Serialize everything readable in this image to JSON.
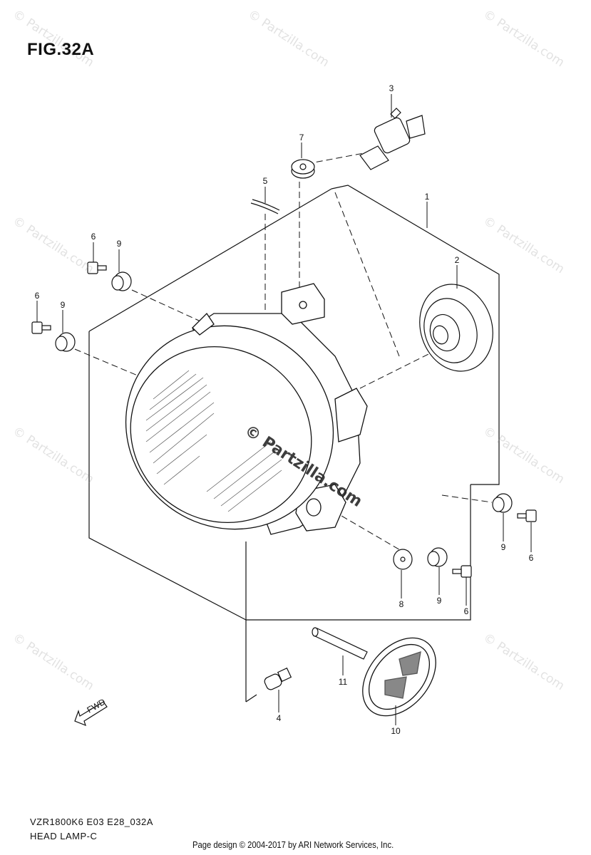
{
  "figure": {
    "title": "FIG.32A"
  },
  "parts": [
    {
      "num": "1"
    },
    {
      "num": "2"
    },
    {
      "num": "3"
    },
    {
      "num": "4"
    },
    {
      "num": "5"
    },
    {
      "num": "6"
    },
    {
      "num": "6"
    },
    {
      "num": "6"
    },
    {
      "num": "6"
    },
    {
      "num": "7"
    },
    {
      "num": "8"
    },
    {
      "num": "9"
    },
    {
      "num": "9"
    },
    {
      "num": "9"
    },
    {
      "num": "9"
    },
    {
      "num": "10"
    },
    {
      "num": "11"
    }
  ],
  "fwd_label": "FWD",
  "footer": {
    "model_code": "VZR1800K6 E03 E28_032A",
    "section_name": "HEAD LAMP-C",
    "copyright": "Page design © 2004-2017 by ARI Network Services, Inc."
  },
  "watermark": {
    "text": "© Partzilla.com"
  }
}
